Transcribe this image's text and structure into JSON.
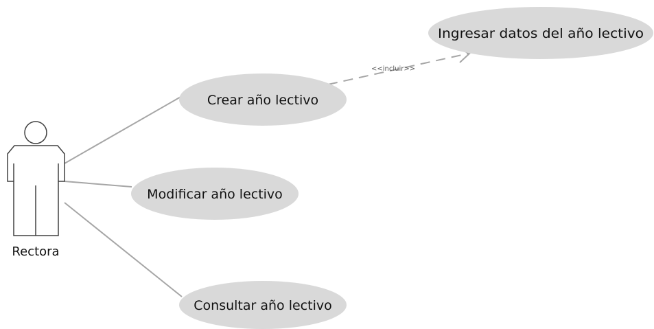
{
  "actor": {
    "label": "Rectora"
  },
  "use_cases": {
    "crear": "Crear año lectivo",
    "modificar": "Modificar año lectivo",
    "consultar": "Consultar año lectivo",
    "ingresar": "Ingresar datos del año lectivo"
  },
  "relations": {
    "include_label": "<<incluir>>"
  },
  "colors": {
    "use_case_fill": "#d9d9d9",
    "line": "#a6a6a6",
    "actor_stroke": "#404040"
  }
}
